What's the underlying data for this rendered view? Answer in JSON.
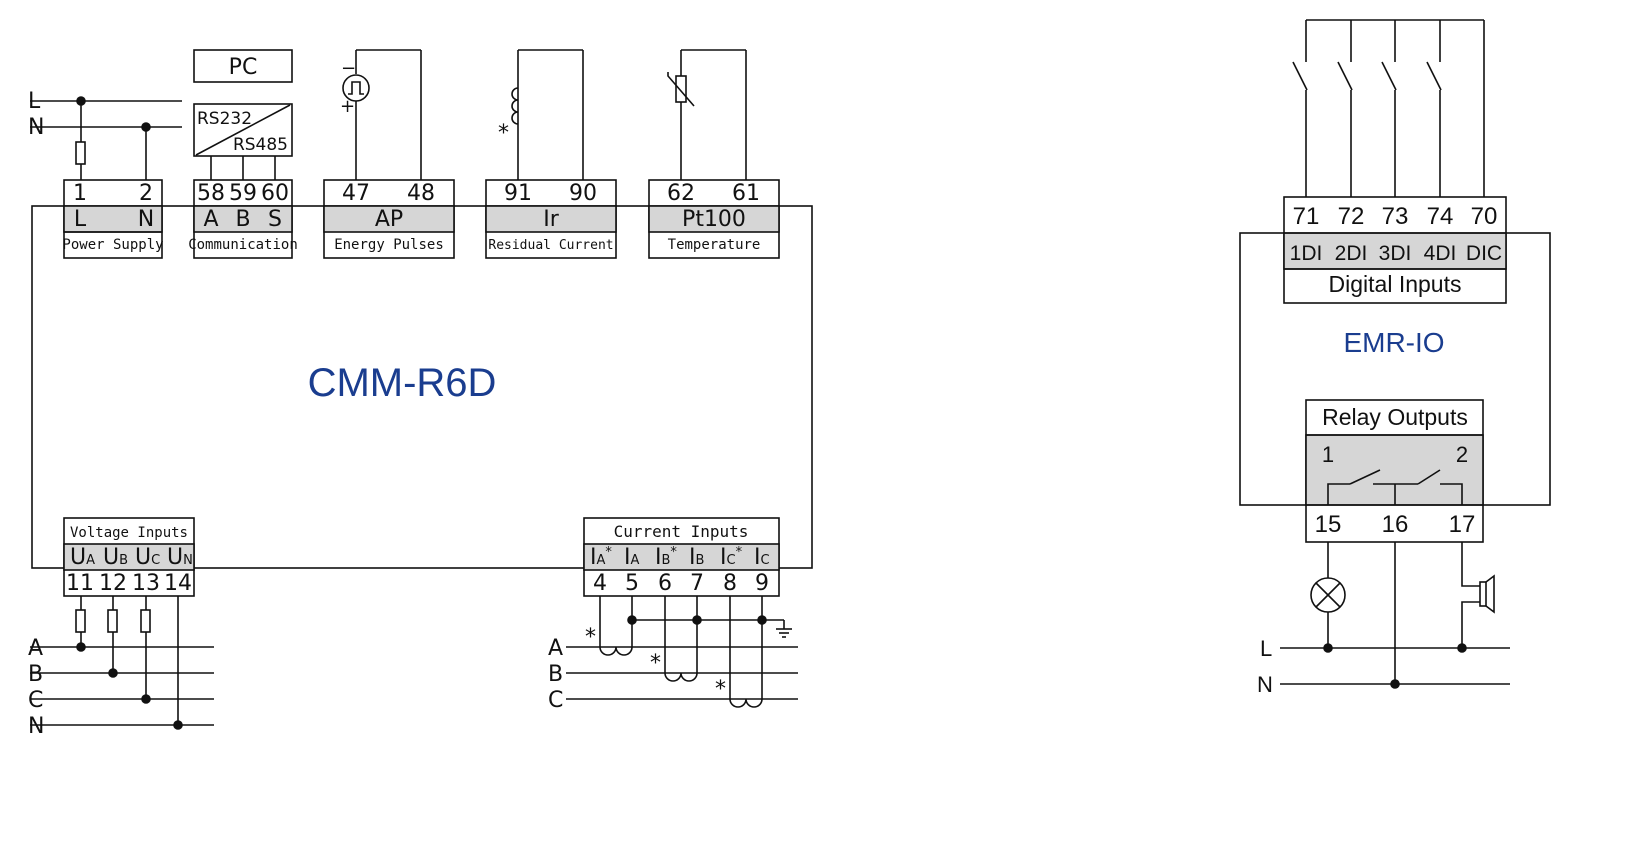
{
  "colors": {
    "line": "#111111",
    "accent": "#1a3d8f",
    "terminal_fill": "#d6d6d6"
  },
  "main_device": {
    "name": "CMM-R6D"
  },
  "io_device": {
    "name": "EMR-IO"
  },
  "blocks": {
    "power": {
      "numbers": [
        "1",
        "2"
      ],
      "letters": [
        "L",
        "N"
      ],
      "caption": "Power Supply"
    },
    "comm": {
      "numbers": [
        "58",
        "59",
        "60"
      ],
      "letters": [
        "A",
        "B",
        "S"
      ],
      "caption": "Communication",
      "pc": "PC",
      "rs232": "RS232",
      "rs485": "RS485"
    },
    "energy": {
      "numbers": [
        "47",
        "48"
      ],
      "letter": "AP",
      "caption": "Energy Pulses",
      "minus": "−",
      "plus": "+"
    },
    "residual": {
      "numbers": [
        "91",
        "90"
      ],
      "letter": "Ir",
      "caption": "Residual Current",
      "star": "*"
    },
    "temperature": {
      "numbers": [
        "62",
        "61"
      ],
      "letter": "Pt100",
      "caption": "Temperature"
    },
    "voltage": {
      "caption": "Voltage Inputs",
      "letters": [
        "U",
        "U",
        "U",
        "U"
      ],
      "subs": [
        "A",
        "B",
        "C",
        "N"
      ],
      "numbers": [
        "11",
        "12",
        "13",
        "14"
      ]
    },
    "current": {
      "caption": "Current Inputs",
      "letters": [
        "I",
        "I",
        "I",
        "I",
        "I",
        "I"
      ],
      "subs": [
        "A",
        "A",
        "B",
        "B",
        "C",
        "C"
      ],
      "stars": [
        "*",
        "",
        "*",
        "",
        "*",
        ""
      ],
      "numbers": [
        "4",
        "5",
        "6",
        "7",
        "8",
        "9"
      ]
    },
    "digital": {
      "numbers": [
        "71",
        "72",
        "73",
        "74",
        "70"
      ],
      "labels": [
        "1DI",
        "2DI",
        "3DI",
        "4DI",
        "DIC"
      ],
      "caption": "Digital Inputs"
    },
    "relay": {
      "title": "Relay Outputs",
      "contacts": [
        "1",
        "2"
      ],
      "numbers": [
        "15",
        "16",
        "17"
      ]
    }
  },
  "supply_labels": {
    "power": [
      "L",
      "N"
    ],
    "voltage": [
      "A",
      "B",
      "C",
      "N"
    ],
    "current": [
      "A",
      "B",
      "C"
    ],
    "relay": [
      "L",
      "N"
    ]
  },
  "ct_stars": [
    "*",
    "*",
    "*"
  ]
}
